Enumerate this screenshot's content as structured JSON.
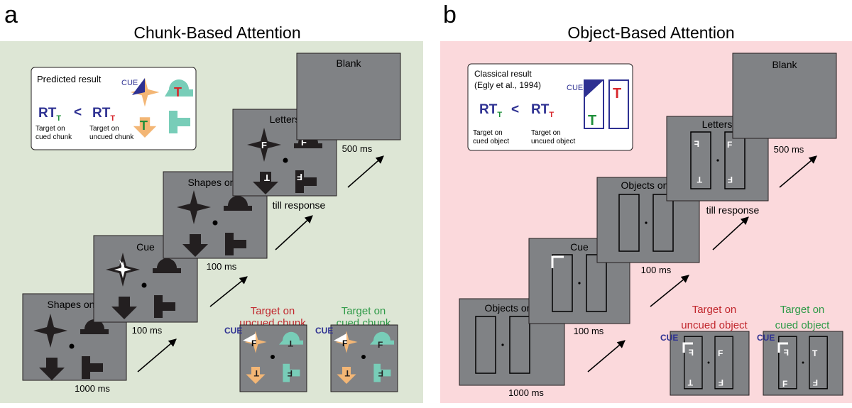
{
  "panel_a": {
    "letter": "a",
    "title": "Chunk-Based Attention",
    "box": {
      "heading": "Predicted result",
      "cue": "CUE",
      "rt_left_main": "RT",
      "rt_left_sub": "T",
      "less_than": "<",
      "rt_right_main": "RT",
      "rt_right_sub": "T",
      "caption_left_1": "Target on",
      "caption_left_2": "cued chunk",
      "caption_right_1": "Target on",
      "caption_right_2": "uncued chunk",
      "letter_red": "T",
      "letter_green": "T"
    },
    "screens": [
      {
        "label": "Shapes only",
        "time": "1000 ms"
      },
      {
        "label": "Cue",
        "time": "100 ms"
      },
      {
        "label": "Shapes only",
        "time": "100 ms"
      },
      {
        "label": "Letters",
        "time": "till response"
      },
      {
        "label": "Blank",
        "time": "500 ms"
      }
    ],
    "glyphs": {
      "F": "F",
      "T": "T"
    },
    "targets": [
      {
        "cue": "CUE",
        "line1": "Target on",
        "line2": "uncued chunk"
      },
      {
        "cue": "CUE",
        "line1": "Target on",
        "line2": "cued chunk"
      }
    ]
  },
  "panel_b": {
    "letter": "b",
    "title": "Object-Based Attention",
    "box": {
      "heading_1": "Classical result",
      "heading_2": "(Egly et al., 1994)",
      "cue": "CUE",
      "rt_left_main": "RT",
      "rt_left_sub": "T",
      "less_than": "<",
      "rt_right_main": "RT",
      "rt_right_sub": "T",
      "caption_left_1": "Target on",
      "caption_left_2": "cued object",
      "caption_right_1": "Target on",
      "caption_right_2": "uncued object",
      "letter_red": "T",
      "letter_green": "T"
    },
    "screens": [
      {
        "label": "Objects only",
        "time": "1000 ms"
      },
      {
        "label": "Cue",
        "time": "100 ms"
      },
      {
        "label": "Objects only",
        "time": "100 ms"
      },
      {
        "label": "Letters",
        "time": "till response"
      },
      {
        "label": "Blank",
        "time": "500 ms"
      }
    ],
    "glyphs": {
      "F": "F",
      "T": "T"
    },
    "targets": [
      {
        "cue": "CUE",
        "line1": "Target on",
        "line2": "uncued object"
      },
      {
        "cue": "CUE",
        "line1": "Target on",
        "line2": "cued object"
      }
    ]
  },
  "colors": {
    "panel_a_bg": "#dde6d5",
    "panel_b_bg": "#fbd9dc",
    "screen": "#808285",
    "cue_blue": "#2e3192",
    "rt_blue": "#2e3192",
    "red": "#d7262b",
    "green": "#1f8f3a",
    "orange": "#f3b675",
    "teal": "#78cdb8",
    "caption_red": "#c1272d",
    "caption_green": "#2e9a47"
  }
}
